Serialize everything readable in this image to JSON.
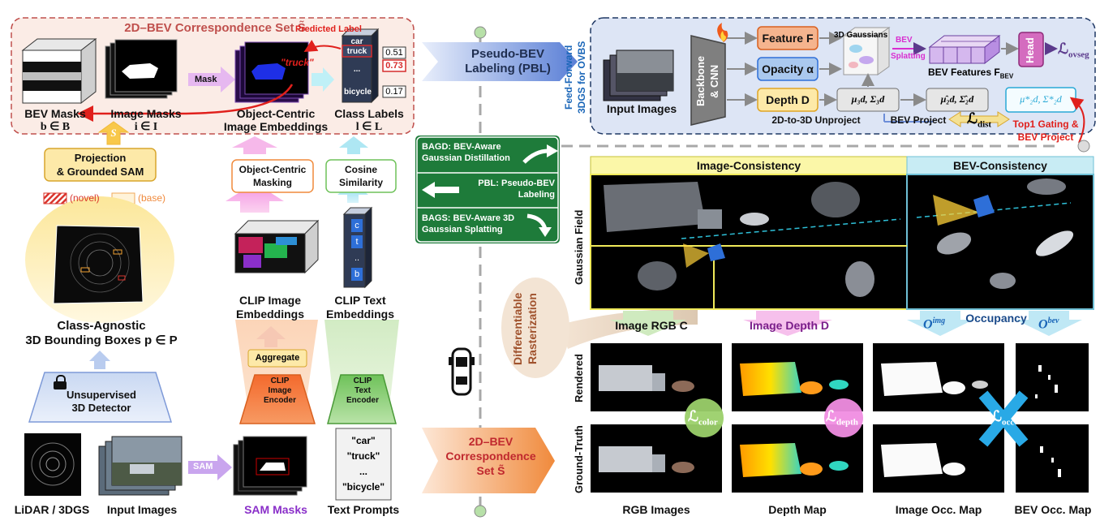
{
  "left": {
    "corr_title": "2D–BEV Correspondence Set S̃",
    "predicted_label": "Predicted Label",
    "mask_tag": "Mask",
    "truck_tag": "\"truck\"",
    "class_stack": [
      "car",
      "truck",
      "...",
      "bicycle"
    ],
    "scores": [
      "0.51",
      "0.73",
      "0.17"
    ],
    "bev_masks": "BEV Masks",
    "bev_masks_sub": "b ∈ B",
    "image_masks": "Image Masks",
    "image_masks_sub": "i ∈ I",
    "obj_embed": "Object-Centric",
    "obj_embed2": "Image Embeddings",
    "class_labels": "Class Labels",
    "class_labels_sub": "l ∈ L",
    "s_badge": "S",
    "projection": "Projection",
    "projection2": "& Grounded SAM",
    "legend_novel": "(novel)",
    "legend_base": "(base)",
    "class_agnostic": "Class-Agnostic",
    "bbox": "3D Bounding Boxes p ∈ P",
    "unsup": "Unsupervised",
    "unsup2": "3D Detector",
    "lidar": "LiDAR / 3DGS",
    "input_images": "Input Images",
    "sam_tag": "SAM",
    "sam_masks": "SAM Masks",
    "text_prompts": "Text Prompts",
    "prompts": [
      "\"car\"",
      "\"truck\"",
      "...",
      "\"bicycle\""
    ],
    "oc_masking": "Object-Centric",
    "oc_masking2": "Masking",
    "cosine": "Cosine",
    "cosine2": "Similarity",
    "clip_img_emb": "CLIP Image",
    "clip_img_emb2": "Embeddings",
    "clip_txt_emb": "CLIP Text",
    "clip_txt_emb2": "Embeddings",
    "aggregate": "Aggregate",
    "clip_img_enc": [
      "CLIP",
      "Image",
      "Encoder"
    ],
    "clip_txt_enc": [
      "CLIP",
      "Text",
      "Encoder"
    ],
    "token_letters": [
      "c",
      "t",
      "..",
      "b"
    ]
  },
  "middle": {
    "pbl": "Pseudo-BEV",
    "pbl2": "Labeling (PBL)",
    "sign1": "BAGD: BEV-Aware",
    "sign1b": "Gaussian Distillation",
    "sign2": "PBL: Pseudo-BEV",
    "sign2b": "Labeling",
    "sign3": "BAGS: BEV-Aware 3D",
    "sign3b": "Gaussian Splatting",
    "diff_raster": "Differentiable",
    "diff_raster2": "Rasterization",
    "corr_set": "2D–BEV",
    "corr_set2": "Correspondence",
    "corr_set3": "Set S̃"
  },
  "right": {
    "ff_label": "Feed-Forward",
    "ff_label2": "3DGS for OVBS",
    "input_images": "Input Images",
    "backbone": "Backbone",
    "backbone2": "& CNN",
    "feature": "Feature F",
    "opacity": "Opacity α",
    "depth": "Depth D",
    "gaussians3d": "3D Gaussians",
    "bev_splatting": "BEV",
    "bev_splatting2": "Splatting",
    "bev_features": "BEV Features F",
    "bev_features_sub": "BEV",
    "head": "Head",
    "l_ovseg": "ℒ",
    "l_ovseg_sub": "ovseg",
    "mu3d": "μ₃d, Σ₃d",
    "mu2d": "μ̂₂d, Σ̂₂d",
    "mustar": "μ*₂d, Σ*₂d",
    "unproject": "2D-to-3D Unproject",
    "bev_project": "BEV Project",
    "l_dist": "ℒ",
    "l_dist_sub": "dist",
    "top1": "Top1 Gating &",
    "top1b": "BEV Project",
    "img_consistency": "Image-Consistency",
    "bev_consistency": "BEV-Consistency",
    "gaussian_field": "Gaussian Field",
    "img_rgb": "Image RGB C",
    "img_depth": "Image Depth D",
    "o_img": "O",
    "o_img_sup": "img",
    "occupancy": "Occupancy",
    "o_bev": "O",
    "o_bev_sup": "bev",
    "rendered": "Rendered",
    "ground_truth": "Ground-Truth",
    "l_color": "ℒ",
    "l_color_sub": "color",
    "l_depth": "ℒ",
    "l_depth_sub": "depth",
    "l_occ": "ℒ",
    "l_occ_sub": "occ",
    "col_rgb": "RGB Images",
    "col_depth": "Depth Map",
    "col_imgocc": "Image Occ. Map",
    "col_bevocc": "BEV Occ. Map"
  },
  "colors": {
    "red_dashed": "#c0504d",
    "blue_panel": "#dde5f5",
    "navy": "#1f3864",
    "sign_green": "#1e7b3a",
    "orange": "#f08a3c",
    "yellow_bg": "#fbf7a8",
    "cyan_bg": "#c8ecf4"
  }
}
